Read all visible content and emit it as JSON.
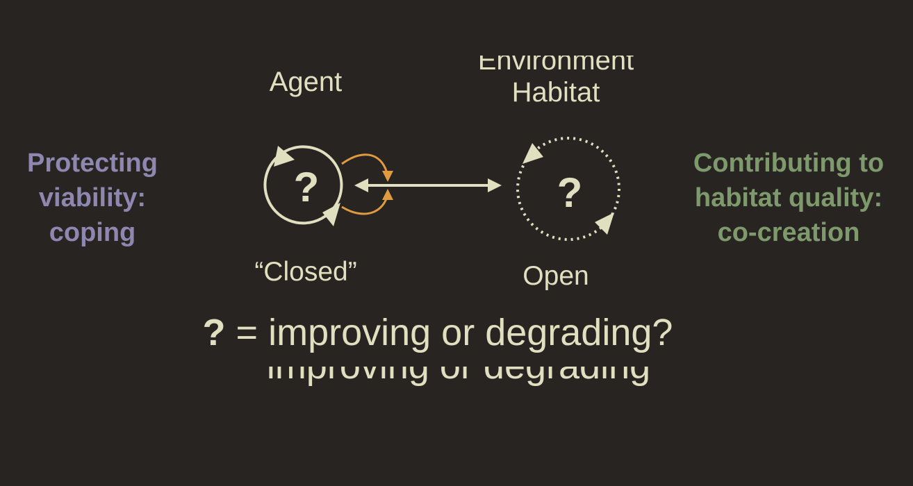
{
  "agent": {
    "title": "Agent",
    "symbol": "?",
    "caption": "“Closed”"
  },
  "environment": {
    "title_line1": "Environment",
    "title_line2": "Habitat",
    "symbol": "?",
    "caption": "Open"
  },
  "left_note": {
    "line1": "Protecting",
    "line2": "viability:",
    "line3": "coping"
  },
  "right_note": {
    "line1": "Contributing to",
    "line2": "habitat quality:",
    "line3": "co-creation"
  },
  "legend": {
    "symbol": "?",
    "text": " = improving or degrading?"
  },
  "ghost_text": "improving or degrading",
  "colors": {
    "background": "#282422",
    "cream": "#e0e0c0",
    "orange": "#e09a40",
    "purple": "#8e87b0",
    "green": "#7e9a6c"
  }
}
